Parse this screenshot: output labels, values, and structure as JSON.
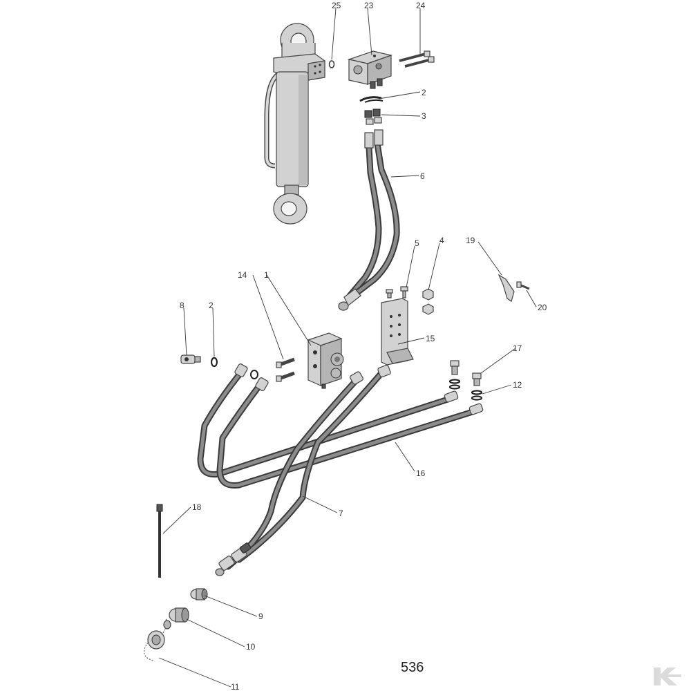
{
  "page_number": "536",
  "callouts": {
    "c25": "25",
    "c23": "23",
    "c24": "24",
    "c2a": "2",
    "c3": "3",
    "c6": "6",
    "c5": "5",
    "c4": "4",
    "c19": "19",
    "c20": "20",
    "c14": "14",
    "c1": "1",
    "c15": "15",
    "c8": "8",
    "c2b": "2",
    "c17": "17",
    "c12": "12",
    "c16": "16",
    "c18": "18",
    "c7": "7",
    "c9": "9",
    "c10": "10",
    "c11": "11"
  },
  "colors": {
    "line": "#333333",
    "metal": "#d2d2d2",
    "hose": "#3a3a3a"
  },
  "logo": {
    "icon": "brand-logo-icon"
  }
}
